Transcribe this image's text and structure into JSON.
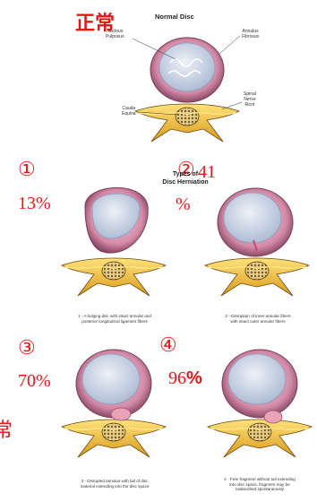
{
  "annotations": {
    "normal": "正常",
    "m1_num": "①",
    "m1_pct": "13%",
    "m2_num": "②",
    "m2_pct_a": "41",
    "m2_pct_b": "%",
    "m3_num": "③",
    "m3_pct": "70%",
    "m4_num": "④",
    "m4_pct_a": "96",
    "m4_pct_b": "%",
    "side_mark": "常"
  },
  "normal_disc": {
    "title": "Normal Disc",
    "label_nucleus_1": "Nucleus",
    "label_nucleus_2": "Pulposus",
    "label_annulus_1": "Annulus",
    "label_annulus_2": "Fibrosus",
    "label_cauda_1": "Cauda",
    "label_cauda_2": "Equina",
    "label_spinal_1": "Spinal",
    "label_spinal_2": "Nerve",
    "label_spinal_3": "Root"
  },
  "types": {
    "title_1": "Types of",
    "title_2": "Disc Herniation"
  },
  "captions": {
    "c1_l1": "1 - A bulging disc with intact annular and",
    "c1_l2": "posterior longitudinal ligament fibers",
    "c2_l1": "2 - Disruption of inner annular fibers",
    "c2_l2": "with intact outer annular fibers",
    "c3_l1": "3 - Disrupted annulus with tail of disc",
    "c3_l2": "material extending into the disc space",
    "c4_l1": "4 - Free fragment without tail extending",
    "c4_l2": "into disc space, fragment may be",
    "c4_l3": "reabsorbed  spontaneously"
  },
  "colors": {
    "annotation_red": "#e01818",
    "disc_rim": "#c9809c",
    "nucleus": "#c7d3e6",
    "vertebra": "#f2c23a",
    "bone_dark": "#5a3a10",
    "herniation": "#e8a3b8"
  }
}
